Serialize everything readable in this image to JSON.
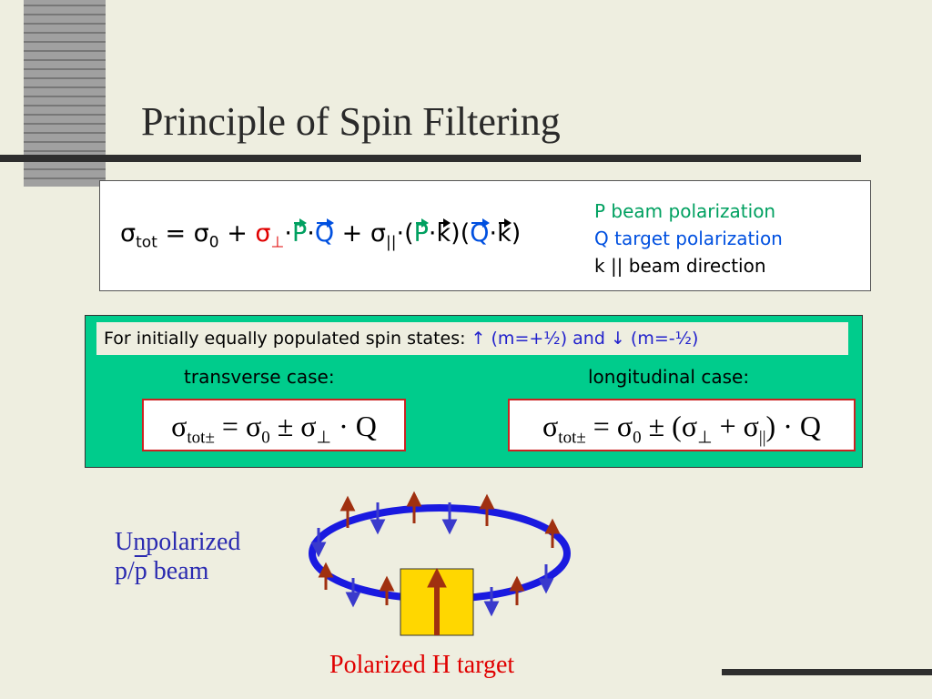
{
  "slide": {
    "title": "Principle of Spin Filtering"
  },
  "equation": {
    "sigma": "σ",
    "tot": "tot",
    "equals": " = ",
    "sigma0": "σ",
    "zero": "0",
    "plus1": " + ",
    "sigma_perp": "σ",
    "perp": "⊥",
    "dot": "·",
    "P": "P",
    "Q": "Q",
    "plus2": " + ",
    "sigma_par": "σ",
    "par": "||",
    "open1": "(",
    "close_open": ")(",
    "k": "k",
    "close": ")"
  },
  "legend": {
    "p_line": "P beam polarization",
    "q_line": "Q target polarization",
    "k_line": "k || beam direction"
  },
  "spin_states": {
    "note_prefix": "For initially equally populated spin states: ",
    "up_arrow": "↑",
    "up_m": " (m=+½)",
    "and": " and ",
    "down_arrow": "↓",
    "down_m": " (m=-½)",
    "transverse_label": "transverse case:",
    "longitudinal_label": "longitudinal case:",
    "transverse_formula": "σtot± = σ0 ± σ⊥ · Q",
    "longitudinal_formula": "σtot± = σ0 ± (σ⊥ + σ||) · Q"
  },
  "diagram": {
    "beam_label_line1": "Unpolarized",
    "beam_label_line2_p": "p/",
    "beam_label_line2_pbar": "p",
    "beam_label_line2_rest": " beam",
    "target_label": "Polarized H target",
    "colors": {
      "ring": "#1a1ae0",
      "up_arrow": "#a03010",
      "down_arrow": "#3a3acc",
      "target": "#ffd700"
    }
  },
  "colors": {
    "background": "#eeeee0",
    "green_box": "#00cc8c",
    "red": "#e00000",
    "green": "#00a060",
    "blue": "#0050e0"
  }
}
